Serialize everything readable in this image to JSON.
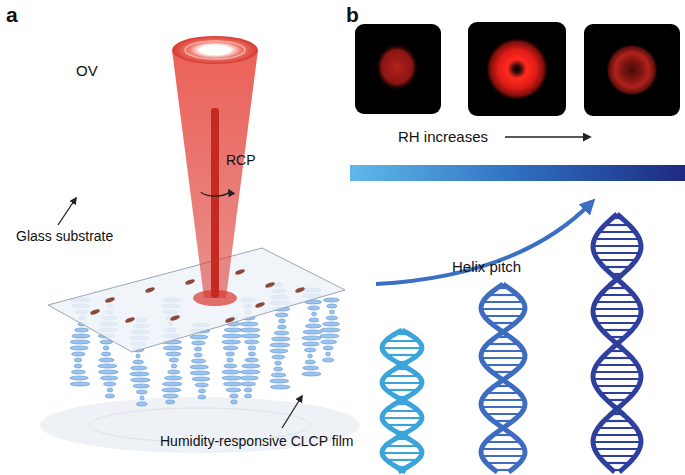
{
  "diagram": {
    "labels": [
      "a",
      "OV",
      "RCP",
      "Glass substrate",
      "Humidity-responsive CLCP film",
      "b",
      "RH increases",
      "Helix pitch"
    ]
  }
}
